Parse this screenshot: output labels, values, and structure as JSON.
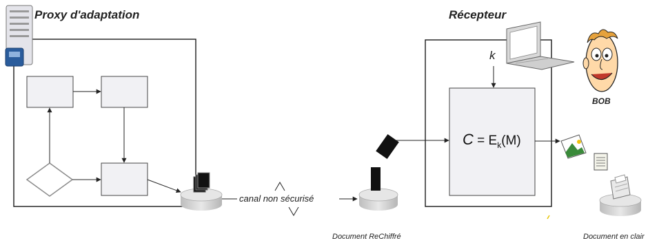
{
  "labels": {
    "proxy_title": "Proxy d'adaptation",
    "receiver_title": "Récepteur",
    "bob_name": "BOB",
    "key_symbol": "k",
    "formula_c": "C",
    "formula_eq": " = E",
    "formula_sub": "k",
    "formula_arg": "(M)",
    "channel": "canal non sécurisé",
    "doc_rechiffre": "Document ReChiffré",
    "doc_clair": "Document en clair"
  },
  "colors": {
    "frame": "#1a1a1a",
    "box_fill": "#f1f1f4",
    "box_stroke": "#444444",
    "diamond_stroke": "#8a8a8a",
    "arrow": "#222222",
    "platform_top": "#e6e6e6",
    "platform_side": "#c4c4c4",
    "laptop": "#d9d9d9",
    "server": "#e4e4ea",
    "accent_blue": "#2a5c9c",
    "face": "#ffd9a8",
    "hair": "#e6a23c"
  },
  "icons": [
    "server-icon",
    "laptop-icon",
    "bob-face-icon",
    "image-file-icon",
    "text-file-icon",
    "encrypted-document-icon",
    "shredder-icon"
  ]
}
